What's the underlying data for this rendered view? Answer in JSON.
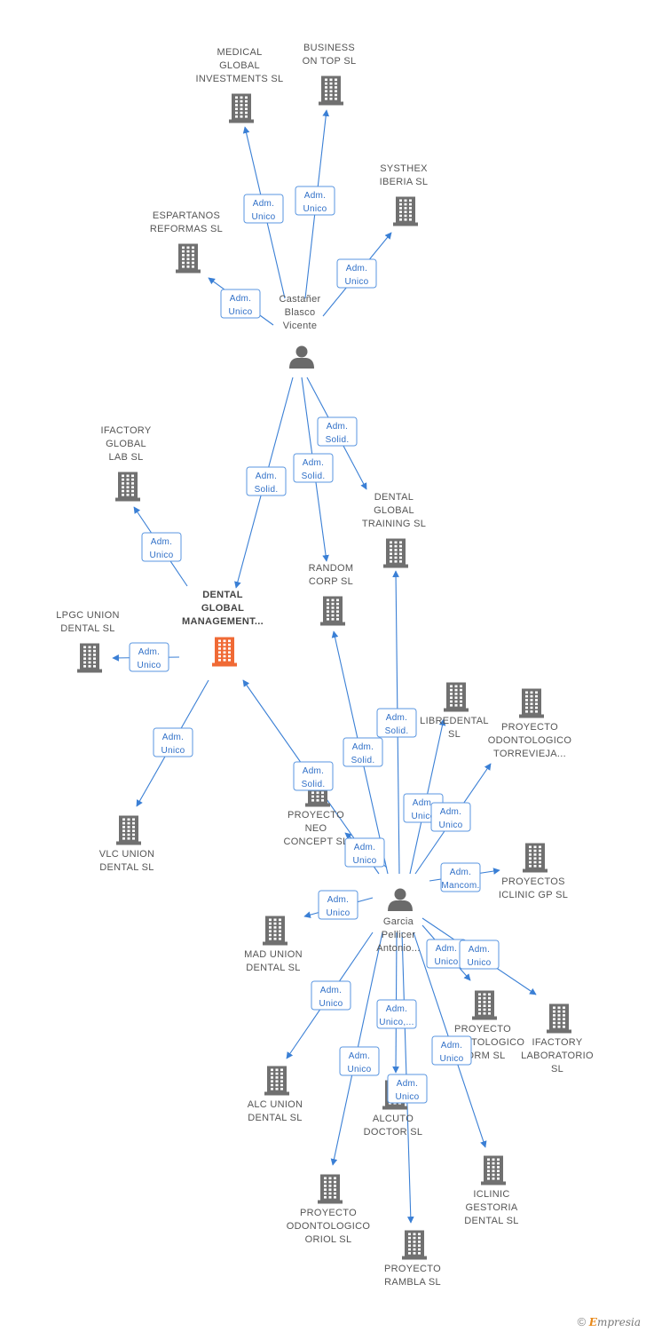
{
  "colors": {
    "edge": "#3a7fd5",
    "building": "#707070",
    "building_main": "#f06a35",
    "person": "#6a6a6a"
  },
  "nodes": [
    {
      "id": "medical",
      "kind": "company",
      "lines": [
        "MEDICAL",
        "GLOBAL",
        "INVESTMENTS SL"
      ]
    },
    {
      "id": "business",
      "kind": "company",
      "lines": [
        "BUSINESS",
        "ON TOP SL"
      ]
    },
    {
      "id": "systhex",
      "kind": "company",
      "lines": [
        "SYSTHEX",
        "IBERIA SL"
      ]
    },
    {
      "id": "espartanos",
      "kind": "company",
      "lines": [
        "ESPARTANOS",
        "REFORMAS SL"
      ]
    },
    {
      "id": "castaner",
      "kind": "person",
      "lines": [
        "Castañer",
        "Blasco",
        "Vicente"
      ]
    },
    {
      "id": "ifactory_global",
      "kind": "company",
      "lines": [
        "IFACTORY",
        "GLOBAL",
        "LAB SL"
      ]
    },
    {
      "id": "dental_training",
      "kind": "company",
      "lines": [
        "DENTAL",
        "GLOBAL",
        "TRAINING SL"
      ]
    },
    {
      "id": "random",
      "kind": "company",
      "lines": [
        "RANDOM",
        "CORP SL"
      ]
    },
    {
      "id": "dental_mgmt",
      "kind": "main",
      "lines": [
        "DENTAL",
        "GLOBAL",
        "MANAGEMENT..."
      ]
    },
    {
      "id": "lpgc",
      "kind": "company",
      "lines": [
        "LPGC UNION",
        "DENTAL SL"
      ]
    },
    {
      "id": "libredental",
      "kind": "company",
      "lines": [
        "LIBREDENTAL",
        "SL"
      ]
    },
    {
      "id": "torrevieja",
      "kind": "company",
      "lines": [
        "PROYECTO",
        "ODONTOLOGICO",
        "TORREVIEJA..."
      ]
    },
    {
      "id": "neo",
      "kind": "company",
      "lines": [
        "PROYECTO",
        "NEO",
        "CONCEPT SL"
      ]
    },
    {
      "id": "vlc",
      "kind": "company",
      "lines": [
        "VLC UNION",
        "DENTAL SL"
      ]
    },
    {
      "id": "iclinic_gp",
      "kind": "company",
      "lines": [
        "PROYECTOS",
        "ICLINIC GP SL"
      ]
    },
    {
      "id": "garcia",
      "kind": "person",
      "lines": [
        "Garcia",
        "Pellicer",
        "Antonio..."
      ]
    },
    {
      "id": "mad",
      "kind": "company",
      "lines": [
        "MAD UNION",
        "DENTAL SL"
      ]
    },
    {
      "id": "odont_form",
      "kind": "company",
      "lines": [
        "PROYECTO",
        "ODONTOLOGICO",
        "FORM SL"
      ]
    },
    {
      "id": "ifactory_lab",
      "kind": "company",
      "lines": [
        "IFACTORY",
        "LABORATORIO",
        "SL"
      ]
    },
    {
      "id": "alc",
      "kind": "company",
      "lines": [
        "ALC UNION",
        "DENTAL SL"
      ]
    },
    {
      "id": "alcuto",
      "kind": "company",
      "lines": [
        "ALCUTO",
        "DOCTOR SL"
      ]
    },
    {
      "id": "iclinic_gestoria",
      "kind": "company",
      "lines": [
        "ICLINIC",
        "GESTORIA",
        "DENTAL SL"
      ]
    },
    {
      "id": "oriol",
      "kind": "company",
      "lines": [
        "PROYECTO",
        "ODONTOLOGICO",
        "ORIOL SL"
      ]
    },
    {
      "id": "rambla",
      "kind": "company",
      "lines": [
        "PROYECTO",
        "RAMBLA SL"
      ]
    }
  ],
  "edges": [
    {
      "from": "castaner",
      "to": "medical",
      "role": [
        "Adm.",
        "Unico"
      ]
    },
    {
      "from": "castaner",
      "to": "business",
      "role": [
        "Adm.",
        "Unico"
      ]
    },
    {
      "from": "castaner",
      "to": "systhex",
      "role": [
        "Adm.",
        "Unico"
      ]
    },
    {
      "from": "castaner",
      "to": "espartanos",
      "role": [
        "Adm.",
        "Unico"
      ]
    },
    {
      "from": "castaner",
      "to": "dental_mgmt",
      "role": [
        "Adm.",
        "Solid."
      ]
    },
    {
      "from": "castaner",
      "to": "random",
      "role": [
        "Adm.",
        "Solid."
      ]
    },
    {
      "from": "castaner",
      "to": "dental_training",
      "role": [
        "Adm.",
        "Solid."
      ]
    },
    {
      "from": "dental_mgmt",
      "to": "ifactory_global",
      "role": [
        "Adm.",
        "Unico"
      ]
    },
    {
      "from": "dental_mgmt",
      "to": "lpgc",
      "role": [
        "Adm.",
        "Unico"
      ]
    },
    {
      "from": "dental_mgmt",
      "to": "vlc",
      "role": [
        "Adm.",
        "Unico"
      ]
    },
    {
      "from": "garcia",
      "to": "dental_mgmt",
      "role": [
        "Adm.",
        "Solid."
      ]
    },
    {
      "from": "garcia",
      "to": "random",
      "role": [
        "Adm.",
        "Solid."
      ]
    },
    {
      "from": "garcia",
      "to": "dental_training",
      "role": [
        "Adm.",
        "Solid."
      ]
    },
    {
      "from": "garcia",
      "to": "libredental",
      "role": [
        "Adm.",
        "Unico"
      ]
    },
    {
      "from": "garcia",
      "to": "torrevieja",
      "role": [
        "Adm.",
        "Unico"
      ]
    },
    {
      "from": "garcia",
      "to": "neo",
      "role": [
        "Adm.",
        "Unico"
      ]
    },
    {
      "from": "garcia",
      "to": "iclinic_gp",
      "role": [
        "Adm.",
        "Mancom."
      ]
    },
    {
      "from": "garcia",
      "to": "mad",
      "role": [
        "Adm.",
        "Unico"
      ]
    },
    {
      "from": "garcia",
      "to": "odont_form",
      "role": [
        "Adm.",
        "Unico"
      ]
    },
    {
      "from": "garcia",
      "to": "ifactory_lab",
      "role": [
        "Adm.",
        "Unico"
      ]
    },
    {
      "from": "garcia",
      "to": "alc",
      "role": [
        "Adm.",
        "Unico"
      ]
    },
    {
      "from": "garcia",
      "to": "alcuto",
      "role": [
        "Adm.",
        "Unico,..."
      ]
    },
    {
      "from": "garcia",
      "to": "oriol",
      "role": [
        "Adm.",
        "Unico"
      ]
    },
    {
      "from": "garcia",
      "to": "rambla",
      "role": [
        "Adm.",
        "Unico"
      ]
    },
    {
      "from": "garcia",
      "to": "iclinic_gestoria",
      "role": [
        "Adm.",
        "Unico"
      ]
    }
  ],
  "footer": {
    "copyright": "©",
    "brand_initial": "E",
    "brand_rest": "mpresia"
  }
}
